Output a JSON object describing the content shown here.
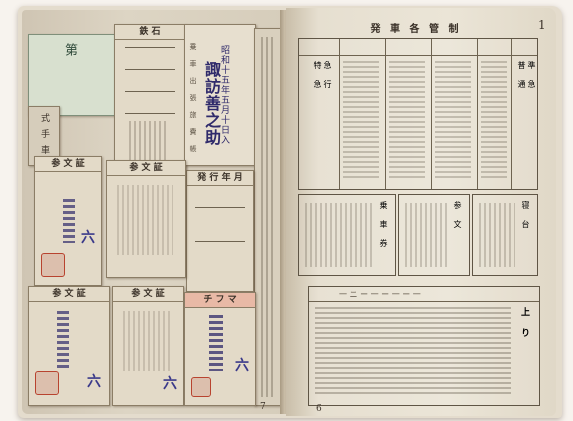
{
  "page": {
    "title_right": "発 車 各 管 制",
    "right_page_number": "1",
    "bottom_left_number": "7",
    "bottom_right_number": "6"
  },
  "left": {
    "top_strip": "第",
    "coupon_a_header": "鉄 石",
    "coupon_b_header": "",
    "vertical_note": "乗 車 出 張 旅 費 帳",
    "handwritten_date": "昭和十五年五月十日入",
    "handwritten_name": "諏訪善之助",
    "coupon_c_header": "発 行 年 月",
    "coupon_d_header": "参 文 証",
    "coupon_e_header": "参 文 証",
    "coupon_f_header": "参 文 証",
    "coupon_g_header": "参 文 証",
    "coupon_h_header": "チ フ マ",
    "mark_6": "六",
    "left_labels": [
      "式",
      "手",
      "車"
    ]
  },
  "right": {
    "box_labels": [
      "特 急",
      "急 行",
      "普 通",
      "準 急"
    ],
    "mid_labels": [
      "乗 車 券",
      "参 文",
      "寝 台"
    ],
    "bottom_header": "一 ニ ー 一 ー 一 ー 一",
    "side_label": "上 り"
  }
}
